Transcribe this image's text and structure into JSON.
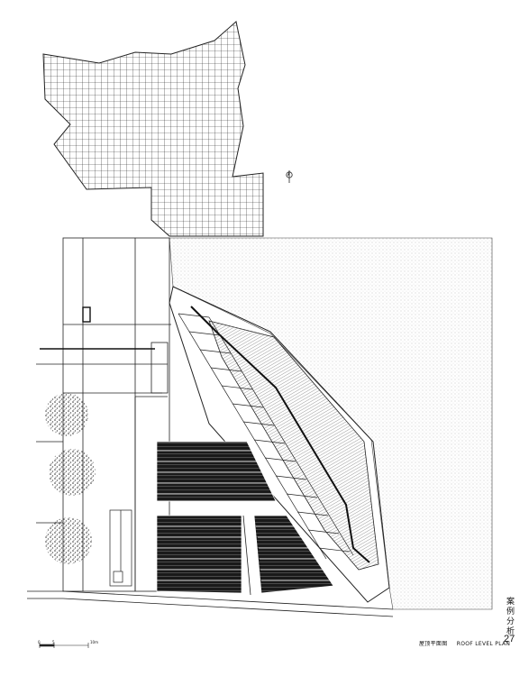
{
  "caption": {
    "chinese_title": "屋顶平面图",
    "english_title": "ROOF LEVEL PLAN"
  },
  "side_label": "案例分析",
  "page_number": "27",
  "scale_bar": {
    "start": "0",
    "mid": "5",
    "end": "10m"
  }
}
